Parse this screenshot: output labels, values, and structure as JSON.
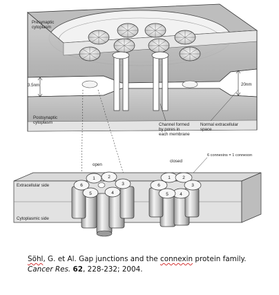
{
  "figure": {
    "labels": {
      "presynaptic": [
        "Presynaptic",
        "cytoplasm"
      ],
      "postsynaptic": [
        "Postsynaptic",
        "cytoplasm"
      ],
      "gap_width": "3.5nm",
      "extracellular_width": "20nm",
      "channel": [
        "Channel formed",
        "by pores in",
        "each membrane"
      ],
      "normal_space": [
        "Normal extracellular",
        "space"
      ],
      "open": "open",
      "closed": "closed",
      "connexon_note": "6 connexins = 1 connexon",
      "extracellular_side": "Extracellular side",
      "cytoplasmic_side": "Cytoplasmic side",
      "subunits": [
        "1",
        "2",
        "3",
        "4",
        "5",
        "6"
      ]
    }
  },
  "citation": {
    "authors_a": "Söhl",
    "authors_b": ", G. et Al. Gap junctions and the ",
    "underlined": "connexin",
    "title_tail": " protein family.",
    "journal": "Cancer Res.",
    "volume": "62",
    "pages": ", 228-232; 2004."
  }
}
